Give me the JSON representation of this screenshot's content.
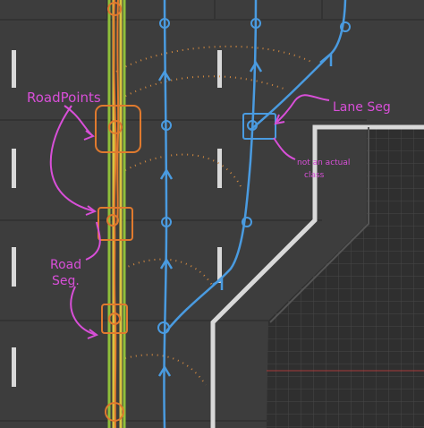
{
  "canvas": {
    "road_color": "#3d3d3d",
    "grid_bg": "#2f2f2f",
    "grid_line": "#4a4a4a",
    "lane_marking": "#d9d9d9",
    "lane_seam": "#333333"
  },
  "colors": {
    "road_points": "#e07a2e",
    "lane_lines": "#4a9be0",
    "yellow_line": "#d8c340",
    "green_line": "#8fbf3a",
    "annotation": "#d84fd8",
    "red_axis": "#c63b3b",
    "dotted_curve": "#d08840"
  },
  "annotations": {
    "road_points": "RoadPoints",
    "road_seg_line1": "Road",
    "road_seg_line2": "Seg.",
    "lane_seg": "Lane Seg",
    "not_actual_line1": "not an actual",
    "not_actual_line2": "class"
  }
}
